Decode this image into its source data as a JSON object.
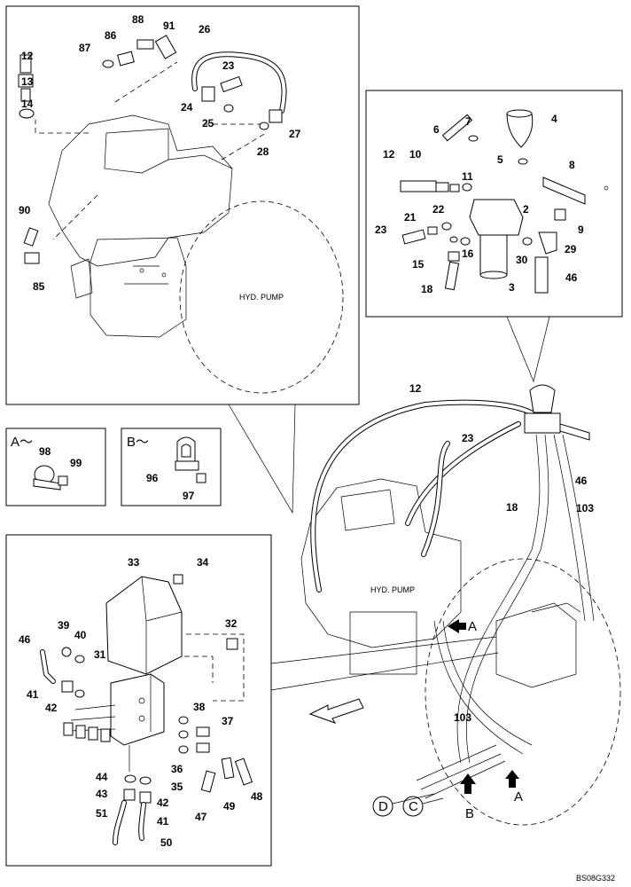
{
  "drawing_code": "BS08G332",
  "labels": {
    "hyd_pump_upper": "HYD. PUMP",
    "hyd_pump_lower": "HYD. PUMP",
    "view_a": "A～",
    "view_b": "B～",
    "arrow_a": "A",
    "arrow_a2": "A",
    "arrow_b": "B",
    "conn_d": "D",
    "conn_c": "C"
  },
  "callouts": {
    "top_left": [
      "12",
      "13",
      "14",
      "86",
      "87",
      "88",
      "91",
      "26",
      "23",
      "24",
      "25",
      "27",
      "28",
      "90",
      "85"
    ],
    "top_right": [
      "7",
      "6",
      "4",
      "5",
      "8",
      "12",
      "10",
      "11",
      "22",
      "2",
      "21",
      "23",
      "9",
      "15",
      "16",
      "29",
      "30",
      "18",
      "3",
      "46"
    ],
    "view_a": [
      "98",
      "99"
    ],
    "view_b": [
      "96",
      "97"
    ],
    "overview": [
      "12",
      "23",
      "46",
      "18",
      "103",
      "103"
    ],
    "bottom_left": [
      "33",
      "34",
      "39",
      "40",
      "46",
      "31",
      "32",
      "41",
      "42",
      "38",
      "37",
      "36",
      "44",
      "35",
      "43",
      "42",
      "51",
      "41",
      "47",
      "49",
      "48",
      "50"
    ]
  }
}
